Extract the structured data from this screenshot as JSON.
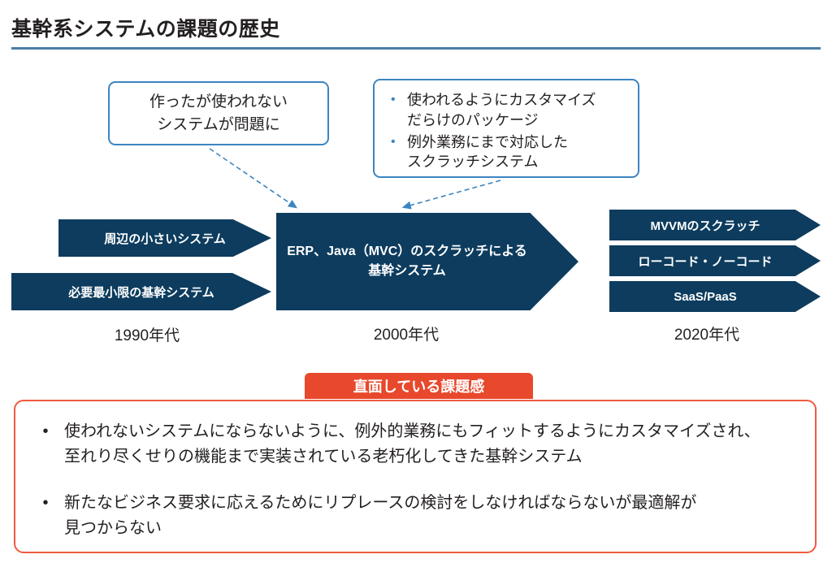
{
  "slide": {
    "title": "基幹系システムの課題の歴史"
  },
  "callouts": {
    "left": {
      "line1": "作ったが使われない",
      "line2": "システムが問題に"
    },
    "right": {
      "bullet_marker": "•",
      "items": [
        {
          "line1": "使われるようにカスタマイズ",
          "line2": "だらけのパッケージ"
        },
        {
          "line1": "例外業務にまで対応した",
          "line2": "スクラッチシステム"
        }
      ]
    }
  },
  "timeline": {
    "arrows": {
      "small_top": "周辺の小さいシステム",
      "small_bottom": "必要最小限の基幹システム",
      "center_line1": "ERP、Java（MVC）のスクラッチによる",
      "center_line2": "基幹システム",
      "right_1": "MVVMのスクラッチ",
      "right_2": "ローコード・ノーコード",
      "right_3": "SaaS/PaaS"
    },
    "eras": [
      {
        "label": "1990年代"
      },
      {
        "label": "2000年代"
      },
      {
        "label": "2020年代"
      }
    ]
  },
  "issues": {
    "banner_label": "直面している課題感",
    "bullet_marker": "•",
    "items": [
      {
        "line1": "使われないシステムにならないように、例外的業務にもフィットするようにカスタマイズされ、",
        "line2": "至れり尽くせりの機能まで実装されている老朽化してきた基幹システム"
      },
      {
        "line1": "新たなビジネス要求に応えるためにリプレースの検討をしなければならないが最適解が",
        "line2": "見つからない"
      }
    ]
  },
  "colors": {
    "navy": "#0d3c5e",
    "callout_border": "#3d85c0",
    "connector": "#3d85c0",
    "banner_red": "#e8482c",
    "box_border": "#ef5a3e",
    "title_rule": "#4a7fa8",
    "text": "#231f20"
  }
}
